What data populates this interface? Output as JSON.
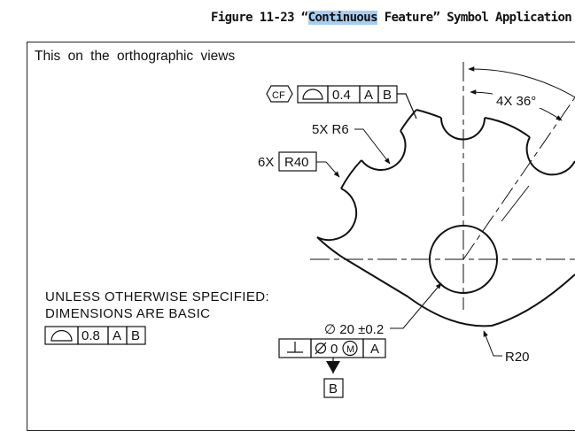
{
  "caption": {
    "prefix": "Figure 11-23 “",
    "highlight": "Continuous",
    "suffix": " Feature” Symbol Application in"
  },
  "views_note": "This on the orthographic views",
  "general_note": {
    "line1": "UNLESS OTHERWISE SPECIFIED:",
    "line2": "DIMENSIONS ARE BASIC"
  },
  "fcf_top": {
    "cf": "CF",
    "symbol": "profile-of-surface-icon",
    "tolerance": "0.4",
    "datum1": "A",
    "datum2": "B"
  },
  "fcf_general": {
    "symbol": "profile-of-surface-icon",
    "tolerance": "0.8",
    "datum1": "A",
    "datum2": "B"
  },
  "fcf_hole": {
    "symbol": "perpendicularity-icon",
    "tolerance": "0",
    "modifier": "M",
    "datum": "A"
  },
  "dims": {
    "notch_radius": "5X R6",
    "outer_count": "6X",
    "outer_radius": "R40",
    "angle": "4X 36°",
    "hole": "∅ 20 ±0.2",
    "corner_radius": "R20"
  },
  "datum_b": "B"
}
